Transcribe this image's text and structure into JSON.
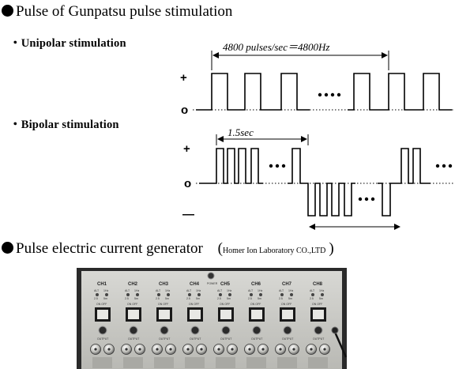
{
  "title": "Pulse of Gunpatsu pulse stimulation",
  "unipolar_label": "・Unipolar stimulation",
  "bipolar_label": "・Bipolar stimulation",
  "frequency_annotation": "4800 pulses/sec＝4800Hz",
  "duration_annotation": "1.5sec",
  "plus_symbol": "+",
  "zero_symbol": "o",
  "minus_symbol": "—",
  "generator_title": "Pulse electric current generator",
  "generator_open_paren": "(",
  "generator_maker": "Homer Ion Laboratory CO.,LTD",
  "generator_close_paren": ")",
  "device_photo": {
    "power_label": "POWER",
    "channels": [
      "CH1",
      "CH2",
      "CH3",
      "CH4",
      "CH5",
      "CH6",
      "CH7",
      "CH8"
    ],
    "switch_labels": [
      "ALT",
      "1Hz",
      "2.5",
      "5m"
    ],
    "mode_label": "ON OFF",
    "output_label": "OUTPUT"
  },
  "colors": {
    "line": "#000000",
    "panel": "#c9c9c4",
    "frame": "#222222"
  }
}
